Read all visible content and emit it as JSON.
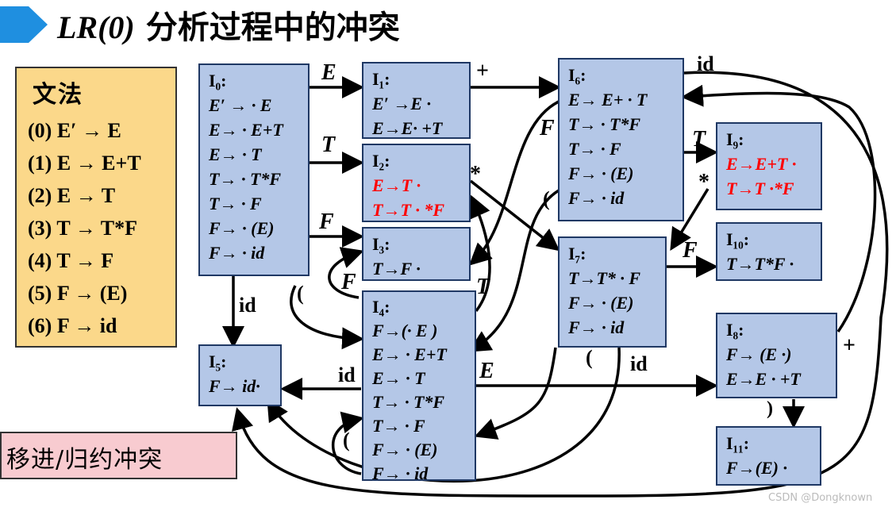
{
  "header": {
    "title_lr": "LR(0)",
    "title_rest": " 分析过程中的冲突"
  },
  "grammar": {
    "title": "文法",
    "rules": [
      "(0) E′ → E",
      "(1) E → E+T",
      "(2) E → T",
      "(3) T → T*F",
      "(4) T → F",
      "(5) F → (E)",
      "(6) F → id"
    ]
  },
  "states": [
    {
      "id": "I0",
      "name": "I₀:",
      "items": [
        "E′ → · E",
        "E→ · E+T",
        "E→ · T",
        "T→ · T*F",
        "T→ · F",
        "F→ · (E)",
        "F→ · id"
      ],
      "red_items": []
    },
    {
      "id": "I1",
      "name": "I₁:",
      "items": [
        "E′ →E ·",
        "E→E· +T"
      ],
      "red_items": []
    },
    {
      "id": "I2",
      "name": "I₂:",
      "items": [],
      "red_items": [
        "E→T ·",
        "T→T · *F"
      ]
    },
    {
      "id": "I3",
      "name": "I₃:",
      "items": [
        "T→F ·"
      ],
      "red_items": []
    },
    {
      "id": "I4",
      "name": "I₄:",
      "items": [
        "F→(· E )",
        "E→ · E+T",
        "E→ · T",
        "T→ · T*F",
        "T→ · F",
        "F→ · (E)",
        "F→ · id"
      ],
      "red_items": []
    },
    {
      "id": "I5",
      "name": "I₅:",
      "items": [
        "F→ id·"
      ],
      "red_items": []
    },
    {
      "id": "I6",
      "name": "I₆:",
      "items": [
        "E→ E+ · T",
        "T→ · T*F",
        "T→ · F",
        "F→ · (E)",
        "F→ · id"
      ],
      "red_items": []
    },
    {
      "id": "I7",
      "name": "I₇:",
      "items": [
        "T→T* · F",
        "F→ · (E)",
        "F→ · id"
      ],
      "red_items": []
    },
    {
      "id": "I8",
      "name": "I₈:",
      "items": [
        "F→ (E ·)",
        "E→E · +T"
      ],
      "red_items": []
    },
    {
      "id": "I9",
      "name": "I₉:",
      "items": [],
      "red_items": [
        "E→E+T ·",
        "T→T ·*F"
      ]
    },
    {
      "id": "I10",
      "name": "I₁₀:",
      "items": [
        "T→T*F ·"
      ],
      "red_items": []
    },
    {
      "id": "I11",
      "name": "I₁₁:",
      "items": [
        "F→(E) ·"
      ],
      "red_items": []
    }
  ],
  "edges": [
    {
      "from": "I0",
      "to": "I1",
      "symbol": "E"
    },
    {
      "from": "I0",
      "to": "I2",
      "symbol": "T"
    },
    {
      "from": "I0",
      "to": "I3",
      "symbol": "F"
    },
    {
      "from": "I0",
      "to": "I4",
      "symbol": "("
    },
    {
      "from": "I0",
      "to": "I5",
      "symbol": "id"
    },
    {
      "from": "I1",
      "to": "I6",
      "symbol": "+"
    },
    {
      "from": "I2",
      "to": "I7",
      "symbol": "*"
    },
    {
      "from": "I4",
      "to": "I2",
      "symbol": "T"
    },
    {
      "from": "I4",
      "to": "I3",
      "symbol": "F"
    },
    {
      "from": "I4",
      "to": "I4",
      "symbol": "("
    },
    {
      "from": "I4",
      "to": "I5",
      "symbol": "id"
    },
    {
      "from": "I4",
      "to": "I8",
      "symbol": "E"
    },
    {
      "from": "I6",
      "to": "I9",
      "symbol": "T"
    },
    {
      "from": "I6",
      "to": "I3",
      "symbol": "F"
    },
    {
      "from": "I6",
      "to": "I4",
      "symbol": "("
    },
    {
      "from": "I6",
      "to": "I5",
      "symbol": "id"
    },
    {
      "from": "I9",
      "to": "I7",
      "symbol": "*"
    },
    {
      "from": "I7",
      "to": "I10",
      "symbol": "F"
    },
    {
      "from": "I7",
      "to": "I4",
      "symbol": "("
    },
    {
      "from": "I7",
      "to": "I5",
      "symbol": "id"
    },
    {
      "from": "I8",
      "to": "I6",
      "symbol": "+"
    },
    {
      "from": "I8",
      "to": "I11",
      "symbol": ")"
    }
  ],
  "conflict_label": "移进/归约冲突",
  "watermark": "CSDN @Dongknown"
}
